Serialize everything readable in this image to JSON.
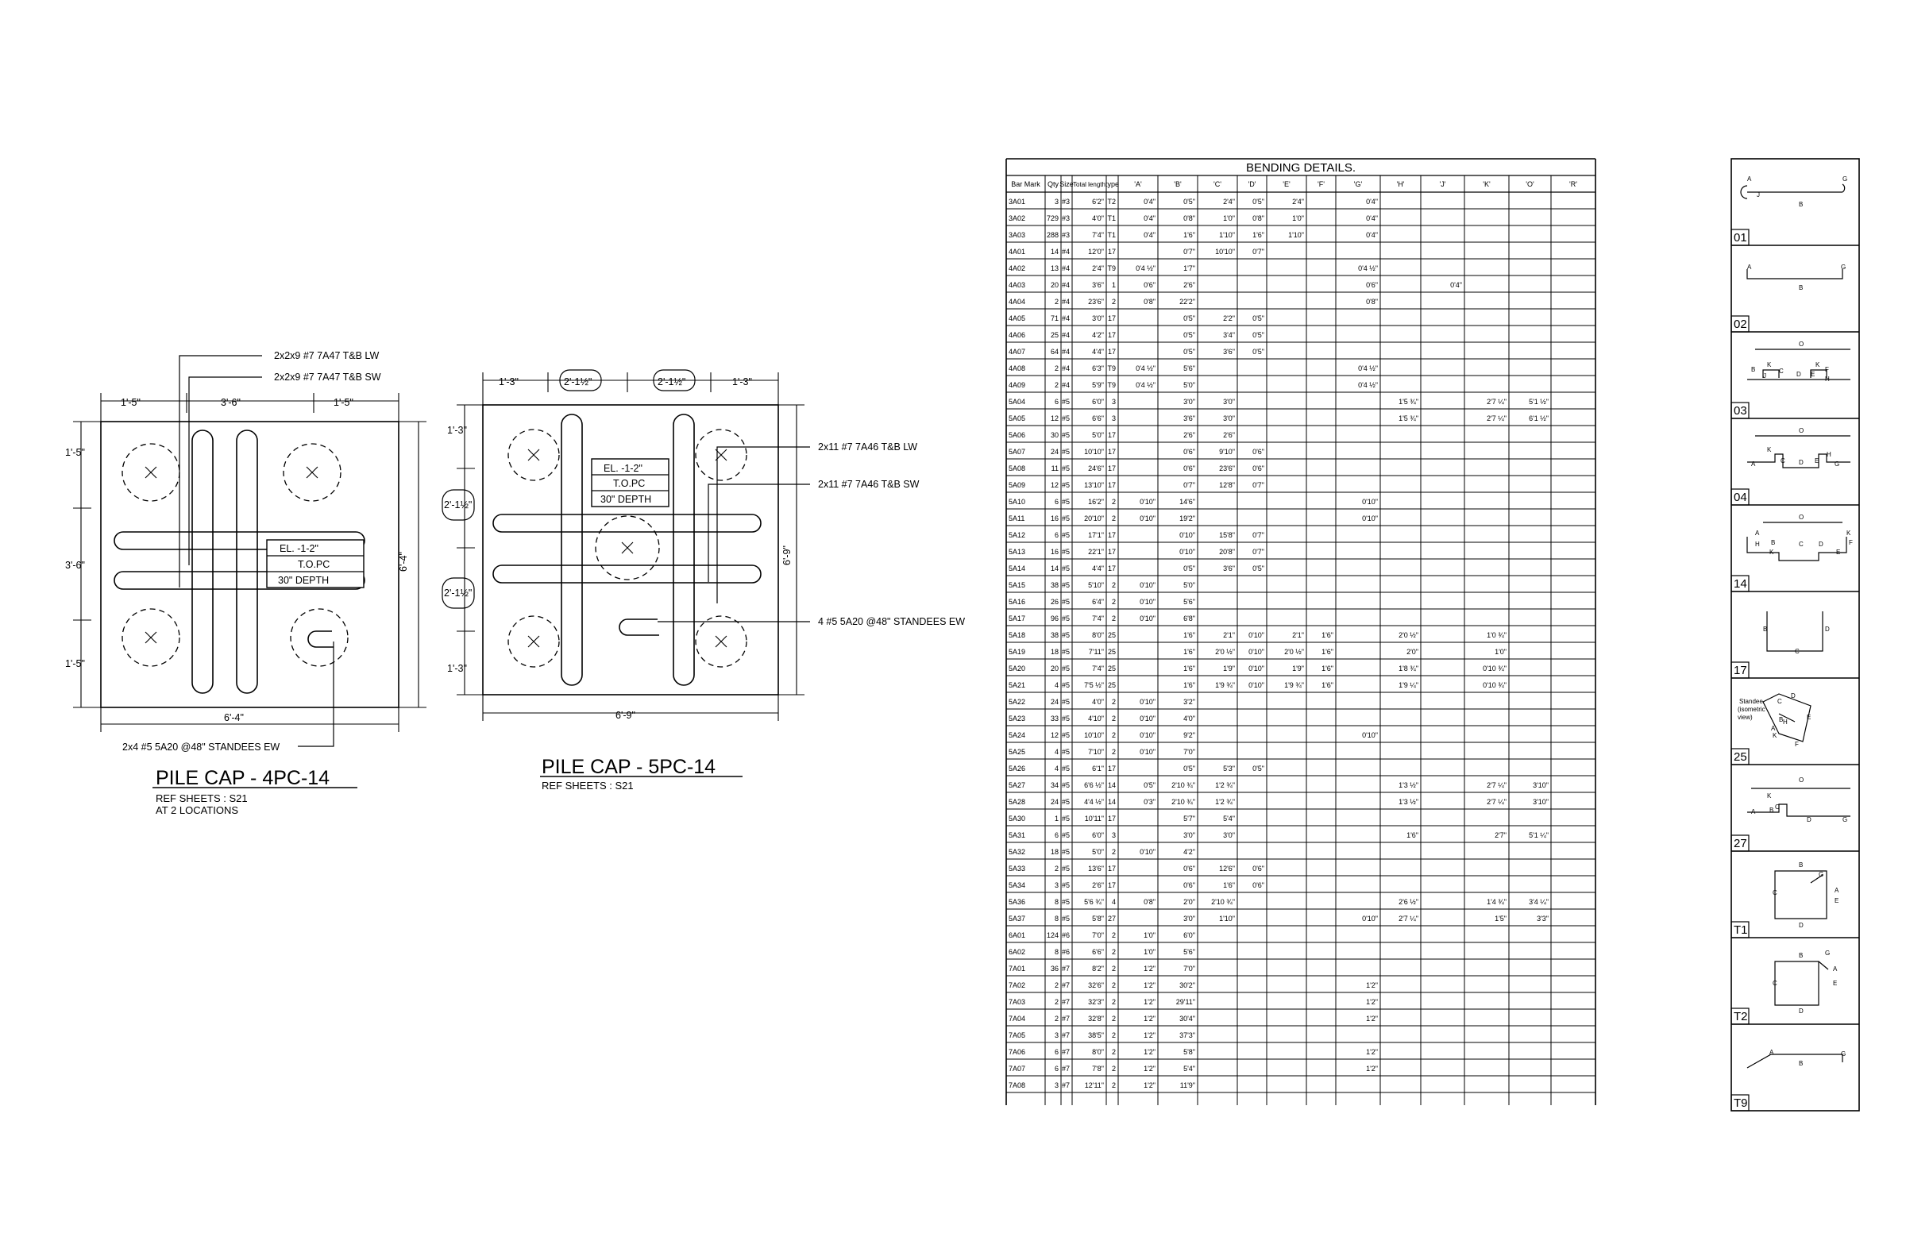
{
  "pile_cap_4": {
    "title": "PILE CAP - 4PC-14",
    "ref": "REF SHEETS : S21",
    "note": "AT 2 LOCATIONS",
    "dims_top": [
      "1'-5\"",
      "3'-6\"",
      "1'-5\""
    ],
    "dims_left": [
      "1'-5\"",
      "3'-6\"",
      "1'-5\""
    ],
    "dim_bottom": "6'-4\"",
    "dim_right": "6'-4\"",
    "label_lines": [
      "EL. -1-2\"",
      "T.O.PC",
      "30\" DEPTH"
    ],
    "callouts": [
      "2x2x9 #7 7A47  T&B LW",
      "2x2x9 #7 7A47  T&B SW",
      "2x4 #5 5A20 @48\" STANDEES EW"
    ]
  },
  "pile_cap_5": {
    "title": "PILE CAP - 5PC-14",
    "ref": "REF SHEETS : S21",
    "dims_top": [
      "1'-3\"",
      "2'-1½\"",
      "2'-1½\"",
      "1'-3\""
    ],
    "dims_left": [
      "1'-3\"",
      "2'-1½\"",
      "2'-1½\"",
      "1'-3\""
    ],
    "dim_bottom": "6'-9\"",
    "dim_right": "6'-9\"",
    "label_lines": [
      "EL. -1-2\"",
      "T.O.PC",
      "30\" DEPTH"
    ],
    "callouts": [
      "2x11 #7 7A46  T&B LW",
      "2x11 #7 7A46  T&B SW",
      "4 #5 5A20 @48\" STANDEES EW"
    ]
  },
  "bending": {
    "title": "BENDING DETAILS.",
    "headers": [
      "Bar Mark",
      "Qty",
      "Size",
      "Total length",
      "type",
      "'A'",
      "'B'",
      "'C'",
      "'D'",
      "'E'",
      "'F'",
      "'G'",
      "'H'",
      "'J'",
      "'K'",
      "'O'",
      "'R'"
    ],
    "rows": [
      [
        "3A01",
        "3",
        "#3",
        "6'2\"",
        "T2",
        "0'4\"",
        "0'5\"",
        "2'4\"",
        "0'5\"",
        "2'4\"",
        "",
        "0'4\"",
        "",
        "",
        "",
        "",
        ""
      ],
      [
        "3A02",
        "729",
        "#3",
        "4'0\"",
        "T1",
        "0'4\"",
        "0'8\"",
        "1'0\"",
        "0'8\"",
        "1'0\"",
        "",
        "0'4\"",
        "",
        "",
        "",
        "",
        ""
      ],
      [
        "3A03",
        "288",
        "#3",
        "7'4\"",
        "T1",
        "0'4\"",
        "1'6\"",
        "1'10\"",
        "1'6\"",
        "1'10\"",
        "",
        "0'4\"",
        "",
        "",
        "",
        "",
        ""
      ],
      [
        "4A01",
        "14",
        "#4",
        "12'0\"",
        "17",
        "",
        "0'7\"",
        "10'10\"",
        "0'7\"",
        "",
        "",
        "",
        "",
        "",
        "",
        "",
        ""
      ],
      [
        "4A02",
        "13",
        "#4",
        "2'4\"",
        "T9",
        "0'4 ½\"",
        "1'7\"",
        "",
        "",
        "",
        "",
        "0'4 ½\"",
        "",
        "",
        "",
        "",
        ""
      ],
      [
        "4A03",
        "20",
        "#4",
        "3'6\"",
        "1",
        "0'6\"",
        "2'6\"",
        "",
        "",
        "",
        "",
        "0'6\"",
        "",
        "0'4\"",
        "",
        "",
        ""
      ],
      [
        "4A04",
        "2",
        "#4",
        "23'6\"",
        "2",
        "0'8\"",
        "22'2\"",
        "",
        "",
        "",
        "",
        "0'8\"",
        "",
        "",
        "",
        "",
        ""
      ],
      [
        "4A05",
        "71",
        "#4",
        "3'0\"",
        "17",
        "",
        "0'5\"",
        "2'2\"",
        "0'5\"",
        "",
        "",
        "",
        "",
        "",
        "",
        "",
        ""
      ],
      [
        "4A06",
        "25",
        "#4",
        "4'2\"",
        "17",
        "",
        "0'5\"",
        "3'4\"",
        "0'5\"",
        "",
        "",
        "",
        "",
        "",
        "",
        "",
        ""
      ],
      [
        "4A07",
        "64",
        "#4",
        "4'4\"",
        "17",
        "",
        "0'5\"",
        "3'6\"",
        "0'5\"",
        "",
        "",
        "",
        "",
        "",
        "",
        "",
        ""
      ],
      [
        "4A08",
        "2",
        "#4",
        "6'3\"",
        "T9",
        "0'4 ½\"",
        "5'6\"",
        "",
        "",
        "",
        "",
        "0'4 ½\"",
        "",
        "",
        "",
        "",
        ""
      ],
      [
        "4A09",
        "2",
        "#4",
        "5'9\"",
        "T9",
        "0'4 ½\"",
        "5'0\"",
        "",
        "",
        "",
        "",
        "0'4 ½\"",
        "",
        "",
        "",
        "",
        ""
      ],
      [
        "5A04",
        "6",
        "#5",
        "6'0\"",
        "3",
        "",
        "3'0\"",
        "3'0\"",
        "",
        "",
        "",
        "",
        "1'5 ¾\"",
        "",
        "2'7 ¼\"",
        "5'1 ½\"",
        ""
      ],
      [
        "5A05",
        "12",
        "#5",
        "6'6\"",
        "3",
        "",
        "3'6\"",
        "3'0\"",
        "",
        "",
        "",
        "",
        "1'5 ¾\"",
        "",
        "2'7 ¼\"",
        "6'1 ½\"",
        ""
      ],
      [
        "5A06",
        "30",
        "#5",
        "5'0\"",
        "17",
        "",
        "2'6\"",
        "2'6\"",
        "",
        "",
        "",
        "",
        "",
        "",
        "",
        "",
        ""
      ],
      [
        "5A07",
        "24",
        "#5",
        "10'10\"",
        "17",
        "",
        "0'6\"",
        "9'10\"",
        "0'6\"",
        "",
        "",
        "",
        "",
        "",
        "",
        "",
        ""
      ],
      [
        "5A08",
        "11",
        "#5",
        "24'6\"",
        "17",
        "",
        "0'6\"",
        "23'6\"",
        "0'6\"",
        "",
        "",
        "",
        "",
        "",
        "",
        "",
        ""
      ],
      [
        "5A09",
        "12",
        "#5",
        "13'10\"",
        "17",
        "",
        "0'7\"",
        "12'8\"",
        "0'7\"",
        "",
        "",
        "",
        "",
        "",
        "",
        "",
        ""
      ],
      [
        "5A10",
        "6",
        "#5",
        "16'2\"",
        "2",
        "0'10\"",
        "14'6\"",
        "",
        "",
        "",
        "",
        "0'10\"",
        "",
        "",
        "",
        "",
        ""
      ],
      [
        "5A11",
        "16",
        "#5",
        "20'10\"",
        "2",
        "0'10\"",
        "19'2\"",
        "",
        "",
        "",
        "",
        "0'10\"",
        "",
        "",
        "",
        "",
        ""
      ],
      [
        "5A12",
        "6",
        "#5",
        "17'1\"",
        "17",
        "",
        "0'10\"",
        "15'8\"",
        "0'7\"",
        "",
        "",
        "",
        "",
        "",
        "",
        "",
        ""
      ],
      [
        "5A13",
        "16",
        "#5",
        "22'1\"",
        "17",
        "",
        "0'10\"",
        "20'8\"",
        "0'7\"",
        "",
        "",
        "",
        "",
        "",
        "",
        "",
        ""
      ],
      [
        "5A14",
        "14",
        "#5",
        "4'4\"",
        "17",
        "",
        "0'5\"",
        "3'6\"",
        "0'5\"",
        "",
        "",
        "",
        "",
        "",
        "",
        "",
        ""
      ],
      [
        "5A15",
        "38",
        "#5",
        "5'10\"",
        "2",
        "0'10\"",
        "5'0\"",
        "",
        "",
        "",
        "",
        "",
        "",
        "",
        "",
        "",
        ""
      ],
      [
        "5A16",
        "26",
        "#5",
        "6'4\"",
        "2",
        "0'10\"",
        "5'6\"",
        "",
        "",
        "",
        "",
        "",
        "",
        "",
        "",
        "",
        ""
      ],
      [
        "5A17",
        "96",
        "#5",
        "7'4\"",
        "2",
        "0'10\"",
        "6'8\"",
        "",
        "",
        "",
        "",
        "",
        "",
        "",
        "",
        "",
        ""
      ],
      [
        "5A18",
        "38",
        "#5",
        "8'0\"",
        "25",
        "",
        "1'6\"",
        "2'1\"",
        "0'10\"",
        "2'1\"",
        "1'6\"",
        "",
        "2'0 ½\"",
        "",
        "1'0 ¾\"",
        "",
        ""
      ],
      [
        "5A19",
        "18",
        "#5",
        "7'11\"",
        "25",
        "",
        "1'6\"",
        "2'0 ½\"",
        "0'10\"",
        "2'0 ½\"",
        "1'6\"",
        "",
        "2'0\"",
        "",
        "1'0\"",
        "",
        ""
      ],
      [
        "5A20",
        "20",
        "#5",
        "7'4\"",
        "25",
        "",
        "1'6\"",
        "1'9\"",
        "0'10\"",
        "1'9\"",
        "1'6\"",
        "",
        "1'8 ¾\"",
        "",
        "0'10 ¾\"",
        "",
        ""
      ],
      [
        "5A21",
        "4",
        "#5",
        "7'5 ½\"",
        "25",
        "",
        "1'6\"",
        "1'9 ¾\"",
        "0'10\"",
        "1'9 ¾\"",
        "1'6\"",
        "",
        "1'9 ¼\"",
        "",
        "0'10 ¾\"",
        "",
        ""
      ],
      [
        "5A22",
        "24",
        "#5",
        "4'0\"",
        "2",
        "0'10\"",
        "3'2\"",
        "",
        "",
        "",
        "",
        "",
        "",
        "",
        "",
        "",
        ""
      ],
      [
        "5A23",
        "33",
        "#5",
        "4'10\"",
        "2",
        "0'10\"",
        "4'0\"",
        "",
        "",
        "",
        "",
        "",
        "",
        "",
        "",
        "",
        ""
      ],
      [
        "5A24",
        "12",
        "#5",
        "10'10\"",
        "2",
        "0'10\"",
        "9'2\"",
        "",
        "",
        "",
        "",
        "0'10\"",
        "",
        "",
        "",
        "",
        ""
      ],
      [
        "5A25",
        "4",
        "#5",
        "7'10\"",
        "2",
        "0'10\"",
        "7'0\"",
        "",
        "",
        "",
        "",
        "",
        "",
        "",
        "",
        "",
        ""
      ],
      [
        "5A26",
        "4",
        "#5",
        "6'1\"",
        "17",
        "",
        "0'5\"",
        "5'3\"",
        "0'5\"",
        "",
        "",
        "",
        "",
        "",
        "",
        "",
        ""
      ],
      [
        "5A27",
        "34",
        "#5",
        "6'6 ½\"",
        "14",
        "0'5\"",
        "2'10 ¾\"",
        "1'2 ¾\"",
        "",
        "",
        "",
        "",
        "1'3 ½\"",
        "",
        "2'7 ¼\"",
        "3'10\"",
        ""
      ],
      [
        "5A28",
        "24",
        "#5",
        "4'4 ½\"",
        "14",
        "0'3\"",
        "2'10 ¾\"",
        "1'2 ¾\"",
        "",
        "",
        "",
        "",
        "1'3 ½\"",
        "",
        "2'7 ¼\"",
        "3'10\"",
        ""
      ],
      [
        "5A30",
        "1",
        "#5",
        "10'11\"",
        "17",
        "",
        "5'7\"",
        "5'4\"",
        "",
        "",
        "",
        "",
        "",
        "",
        "",
        "",
        ""
      ],
      [
        "5A31",
        "6",
        "#5",
        "6'0\"",
        "3",
        "",
        "3'0\"",
        "3'0\"",
        "",
        "",
        "",
        "",
        "1'6\"",
        "",
        "2'7\"",
        "5'1 ¼\"",
        ""
      ],
      [
        "5A32",
        "18",
        "#5",
        "5'0\"",
        "2",
        "0'10\"",
        "4'2\"",
        "",
        "",
        "",
        "",
        "",
        "",
        "",
        "",
        "",
        ""
      ],
      [
        "5A33",
        "2",
        "#5",
        "13'6\"",
        "17",
        "",
        "0'6\"",
        "12'6\"",
        "0'6\"",
        "",
        "",
        "",
        "",
        "",
        "",
        "",
        ""
      ],
      [
        "5A34",
        "3",
        "#5",
        "2'6\"",
        "17",
        "",
        "0'6\"",
        "1'6\"",
        "0'6\"",
        "",
        "",
        "",
        "",
        "",
        "",
        "",
        ""
      ],
      [
        "5A36",
        "8",
        "#5",
        "5'6 ¾\"",
        "4",
        "0'8\"",
        "2'0\"",
        "2'10 ¾\"",
        "",
        "",
        "",
        "",
        "2'6 ½\"",
        "",
        "1'4 ¾\"",
        "3'4 ¼\"",
        ""
      ],
      [
        "5A37",
        "8",
        "#5",
        "5'8\"",
        "27",
        "",
        "3'0\"",
        "1'10\"",
        "",
        "",
        "",
        "0'10\"",
        "2'7 ¼\"",
        "",
        "1'5\"",
        "3'3\"",
        ""
      ],
      [
        "6A01",
        "124",
        "#6",
        "7'0\"",
        "2",
        "1'0\"",
        "6'0\"",
        "",
        "",
        "",
        "",
        "",
        "",
        "",
        "",
        "",
        ""
      ],
      [
        "6A02",
        "8",
        "#6",
        "6'6\"",
        "2",
        "1'0\"",
        "5'6\"",
        "",
        "",
        "",
        "",
        "",
        "",
        "",
        "",
        "",
        ""
      ],
      [
        "7A01",
        "36",
        "#7",
        "8'2\"",
        "2",
        "1'2\"",
        "7'0\"",
        "",
        "",
        "",
        "",
        "",
        "",
        "",
        "",
        "",
        ""
      ],
      [
        "7A02",
        "2",
        "#7",
        "32'6\"",
        "2",
        "1'2\"",
        "30'2\"",
        "",
        "",
        "",
        "",
        "1'2\"",
        "",
        "",
        "",
        "",
        ""
      ],
      [
        "7A03",
        "2",
        "#7",
        "32'3\"",
        "2",
        "1'2\"",
        "29'11\"",
        "",
        "",
        "",
        "",
        "1'2\"",
        "",
        "",
        "",
        "",
        ""
      ],
      [
        "7A04",
        "2",
        "#7",
        "32'8\"",
        "2",
        "1'2\"",
        "30'4\"",
        "",
        "",
        "",
        "",
        "1'2\"",
        "",
        "",
        "",
        "",
        ""
      ],
      [
        "7A05",
        "3",
        "#7",
        "38'5\"",
        "2",
        "1'2\"",
        "37'3\"",
        "",
        "",
        "",
        "",
        "",
        "",
        "",
        "",
        "",
        ""
      ],
      [
        "7A06",
        "6",
        "#7",
        "8'0\"",
        "2",
        "1'2\"",
        "5'8\"",
        "",
        "",
        "",
        "",
        "1'2\"",
        "",
        "",
        "",
        "",
        ""
      ],
      [
        "7A07",
        "6",
        "#7",
        "7'8\"",
        "2",
        "1'2\"",
        "5'4\"",
        "",
        "",
        "",
        "",
        "1'2\"",
        "",
        "",
        "",
        "",
        ""
      ],
      [
        "7A08",
        "3",
        "#7",
        "12'11\"",
        "2",
        "1'2\"",
        "11'9\"",
        "",
        "",
        "",
        "",
        "",
        "",
        "",
        "",
        "",
        ""
      ]
    ]
  },
  "shapes": [
    {
      "code": "01",
      "letters": [
        "A",
        "J",
        "B",
        "G"
      ]
    },
    {
      "code": "02",
      "letters": [
        "A",
        "B",
        "G"
      ]
    },
    {
      "code": "03",
      "letters": [
        "O",
        "B",
        "K",
        "J",
        "C",
        "D",
        "E",
        "K",
        "F",
        "H"
      ]
    },
    {
      "code": "04",
      "letters": [
        "O",
        "K",
        "A",
        "C",
        "D",
        "E",
        "H",
        "G"
      ]
    },
    {
      "code": "14",
      "letters": [
        "O",
        "A",
        "H",
        "K",
        "B",
        "C",
        "D",
        "E",
        "K",
        "F"
      ]
    },
    {
      "code": "17",
      "letters": [
        "B",
        "C",
        "D"
      ]
    },
    {
      "code": "25",
      "letters": [
        "Standee",
        "(isometric",
        "view)",
        "D",
        "C",
        "B",
        "E",
        "H",
        "A",
        "F",
        "K"
      ]
    },
    {
      "code": "27",
      "letters": [
        "O",
        "K",
        "A",
        "B",
        "C",
        "D",
        "G"
      ]
    },
    {
      "code": "T1",
      "letters": [
        "B",
        "G",
        "A",
        "C",
        "E",
        "D"
      ]
    },
    {
      "code": "T2",
      "letters": [
        "B",
        "G",
        "A",
        "C",
        "E",
        "D"
      ]
    },
    {
      "code": "T9",
      "letters": [
        "A",
        "B",
        "G"
      ]
    }
  ]
}
